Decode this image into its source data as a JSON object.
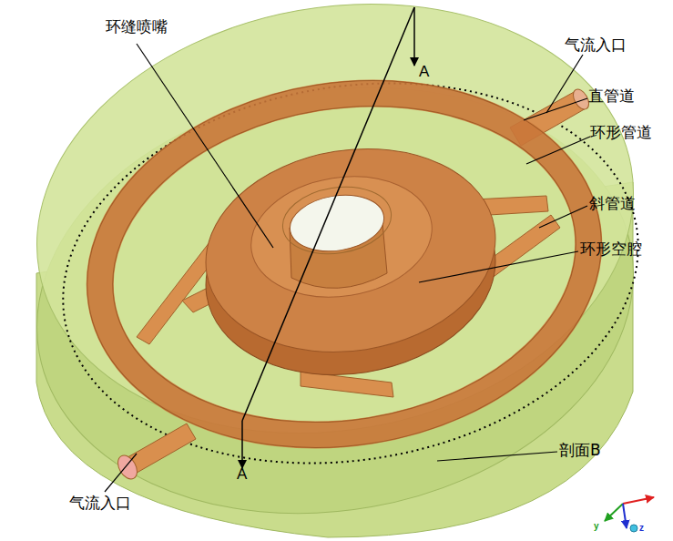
{
  "diagram": {
    "labels": [
      "环缝喷嘴",
      "气流入口",
      "直管道",
      "环形管道",
      "斜管道",
      "环形空腔",
      "剖面B",
      "气流入口",
      "A",
      "A",
      "y",
      "z"
    ]
  }
}
